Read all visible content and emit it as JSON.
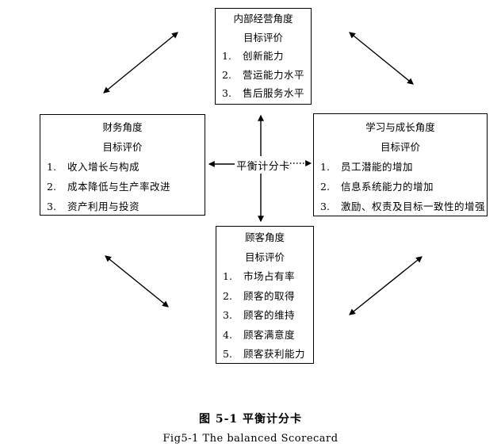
{
  "diagram": {
    "center_label": "平衡计分卡",
    "caption_zh": "图 5-1 平衡计分卡",
    "caption_en": "Fig5-1 The balanced Scorecard",
    "colors": {
      "ink": "#000000",
      "background": "#ffffff"
    },
    "boxes": {
      "internal": {
        "title": "内部经营角度",
        "subtitle": "目标评价",
        "items": [
          {
            "num": "1.",
            "text": "创新能力"
          },
          {
            "num": "2.",
            "text": "营运能力水平"
          },
          {
            "num": "3.",
            "text": "售后服务水平"
          }
        ]
      },
      "financial": {
        "title": "财务角度",
        "subtitle": "目标评价",
        "items": [
          {
            "num": "1.",
            "text": "收入增长与构成"
          },
          {
            "num": "2.",
            "text": "成本降低与生产率改进"
          },
          {
            "num": "3.",
            "text": "资产利用与投资"
          }
        ]
      },
      "learning": {
        "title": "学习与成长角度",
        "subtitle": "目标评价",
        "items": [
          {
            "num": "1.",
            "text": "员工潜能的增加"
          },
          {
            "num": "2.",
            "text": "信息系统能力的增加"
          },
          {
            "num": "3.",
            "text": "激励、权责及目标一致性的增强"
          }
        ]
      },
      "customer": {
        "title": "顾客角度",
        "subtitle": "目标评价",
        "items": [
          {
            "num": "1.",
            "text": "市场占有率"
          },
          {
            "num": "2.",
            "text": "顾客的取得"
          },
          {
            "num": "3.",
            "text": "顾客的维持"
          },
          {
            "num": "4.",
            "text": "顾客满意度"
          },
          {
            "num": "5.",
            "text": "顾客获利能力"
          }
        ]
      }
    }
  }
}
